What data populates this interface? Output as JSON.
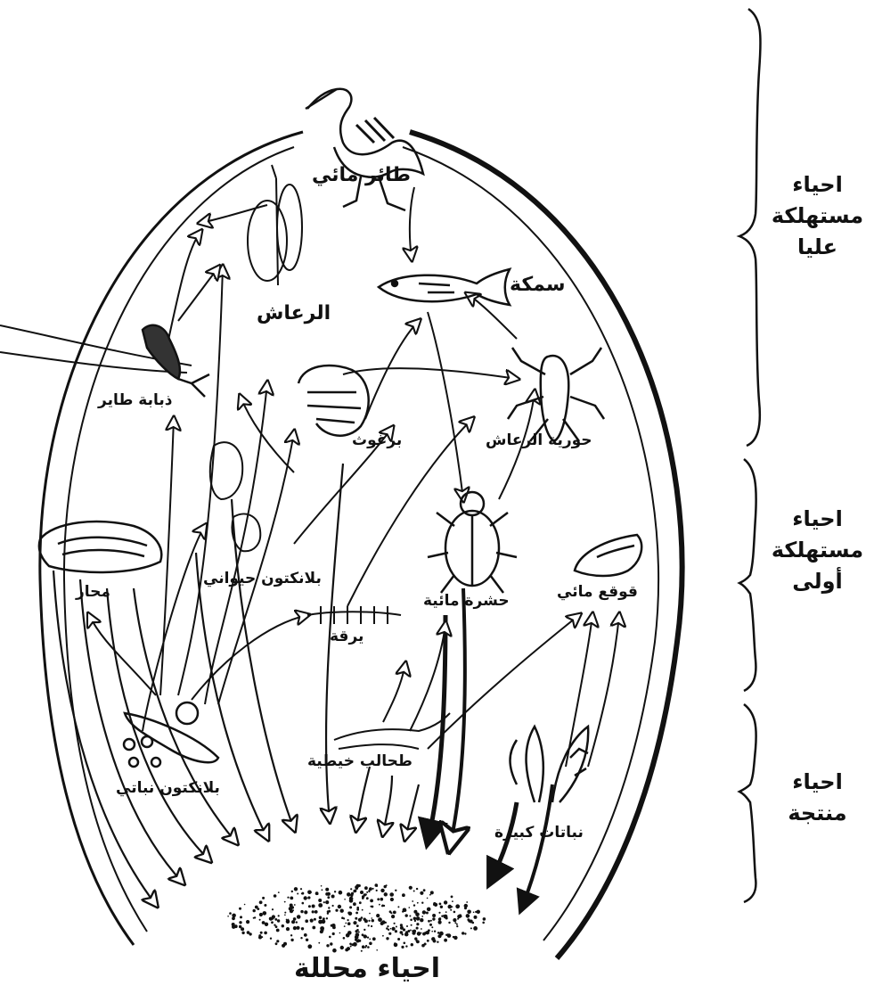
{
  "organisms": {
    "bird": "طائر مائي",
    "dragonfly": "الرعاش",
    "fish": "سمكة",
    "mayfly": "ذبابة طاير",
    "shrimp": "برغوث",
    "dragonfly_larva": "حورية الرعاش",
    "clam": "محار",
    "zooplankton": "بلانكتون حيواني",
    "insect_larva": "يرقة",
    "beetle": "حشرة مائية",
    "snail": "قوقع مائي",
    "phytoplankton": "بلانكتون نباتي",
    "algae": "طحالب خيطية",
    "large_plants": "نباتات كبيرة"
  },
  "trophic_levels": {
    "top_consumers": [
      "احياء",
      "مستهلكة",
      "عليا"
    ],
    "primary_consumers": [
      "احياء",
      "مستهلكة",
      "أولى"
    ],
    "producers": [
      "احياء",
      "منتجة"
    ]
  },
  "decomposers_label": "احياء محللة"
}
